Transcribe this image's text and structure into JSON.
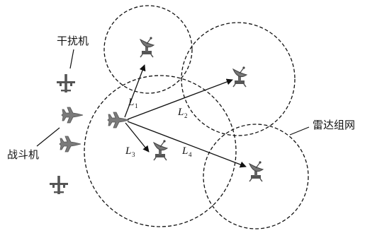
{
  "labels": {
    "jammer": "干扰机",
    "fighter": "战斗机",
    "radar_net": "雷达组网"
  },
  "links": [
    {
      "letter": "L",
      "sub": "1"
    },
    {
      "letter": "L",
      "sub": "2"
    },
    {
      "letter": "L",
      "sub": "3"
    },
    {
      "letter": "L",
      "sub": "4"
    }
  ],
  "colors": {
    "stroke": "#111111",
    "aircraft": "#7a7a7a",
    "radar": "#555555"
  },
  "icons": {
    "jammer": "jammer-plane-icon",
    "fighter": "fighter-jet-icon",
    "radar": "radar-dish-icon"
  }
}
